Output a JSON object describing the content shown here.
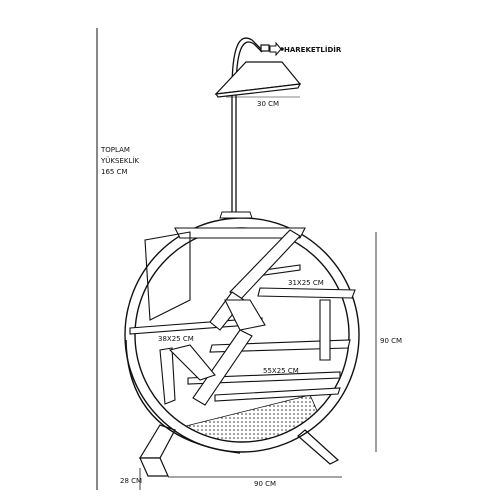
{
  "labels": {
    "movable": "HAREKETLİDİR",
    "lamp_width": "30 CM",
    "total_height_line1": "TOPLAM",
    "total_height_line2": "YÜKSEKLİK",
    "total_height_line3": "165 CM",
    "shelf_top": "31X25 CM",
    "shelf_left": "38X25 CM",
    "shelf_bottom": "55X25 CM",
    "frame_height": "90 CM",
    "depth": "28 CM",
    "frame_width": "90 CM"
  },
  "icons": {
    "movable_arrow": "arrow-right-outline-icon"
  },
  "colors": {
    "line": "#111111",
    "background": "#ffffff"
  }
}
